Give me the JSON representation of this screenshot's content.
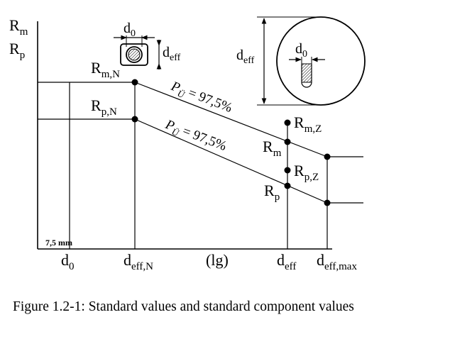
{
  "chart_data": {
    "type": "line",
    "xlabel": "(lg)",
    "y_axis_labels": [
      {
        "main": "R",
        "sub": "m"
      },
      {
        "main": "R",
        "sub": "p"
      }
    ],
    "x_ticks": [
      {
        "main": "d",
        "sub": "0"
      },
      {
        "main": "d",
        "sub": "eff,N"
      },
      {
        "main": "d",
        "sub": "eff"
      },
      {
        "main": "d",
        "sub": "eff,max"
      }
    ],
    "length_note": "7,5 mm",
    "series": [
      {
        "name": "P",
        "name_sub": "Ü",
        "name_suffix": " = 97,5%",
        "label": {
          "main": "R",
          "sub": "m,N"
        }
      },
      {
        "name": "P",
        "name_sub": "Ü",
        "name_suffix": " = 97,5%",
        "label": {
          "main": "R",
          "sub": "p,N"
        }
      }
    ],
    "point_labels": [
      {
        "main": "R",
        "sub": "m,Z"
      },
      {
        "main": "R",
        "sub": "m"
      },
      {
        "main": "R",
        "sub": "p,Z"
      },
      {
        "main": "R",
        "sub": "p"
      }
    ]
  },
  "diagram": {
    "small_cross_section": {
      "d_label": {
        "main": "d",
        "sub": "0"
      },
      "deff_label": {
        "main": "d",
        "sub": "eff"
      }
    },
    "large_cross_section": {
      "deff_label": {
        "main": "d",
        "sub": "eff"
      },
      "d_label": {
        "main": "d",
        "sub": "0"
      }
    }
  },
  "caption": "Figure 1.2-1: Standard values and standard component values"
}
